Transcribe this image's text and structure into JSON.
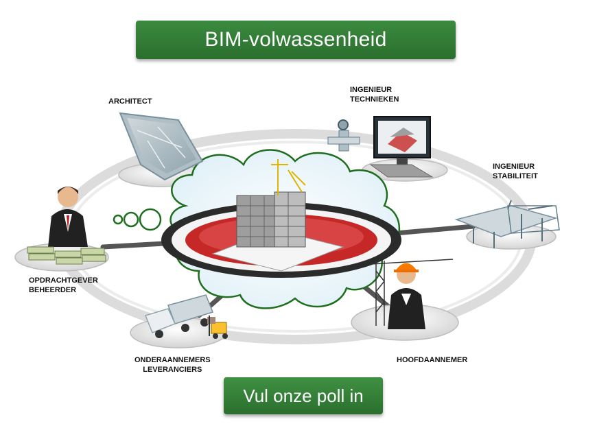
{
  "title": "BIM-volwassenheid",
  "poll_button_label": "Vul onze poll in",
  "roles": {
    "architect": "ARCHITECT",
    "ingenieur_technieken": "INGENIEUR\nTECHNIEKEN",
    "ingenieur_stabiliteit": "INGENIEUR\nSTABILITEIT",
    "hoofdaannemer": "HOOFDAANNEMER",
    "onderaannemers": "ONDERAANNEMERS\nLEVERANCIERS",
    "opdrachtgever": "OPDRACHTGEVER\nBEHEERDER"
  },
  "colors": {
    "banner_green": "#2e7d32",
    "cloud_outline": "#1e6e1e",
    "target_red": "#c62828",
    "ring_gray": "#d9d9d9"
  }
}
